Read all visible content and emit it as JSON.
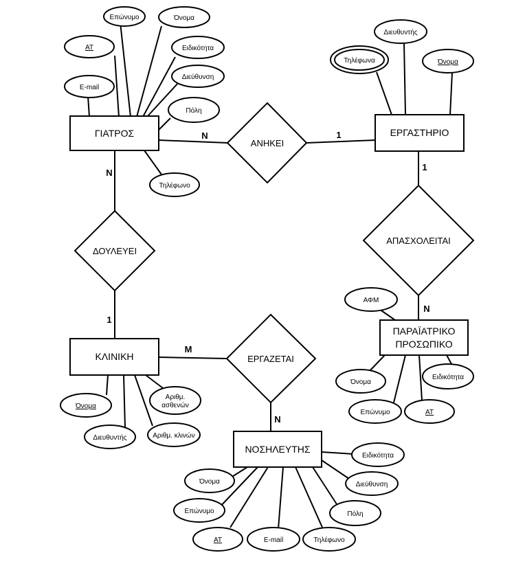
{
  "entities": {
    "doctor": "ΓΙΑΤΡΟΣ",
    "lab": "ΕΡΓΑΣΤΗΡΙΟ",
    "clinic": "ΚΛΙΝΙΚΗ",
    "paramedical_line1": "ΠΑΡΑΪΑΤΡΙΚΟ",
    "paramedical_line2": "ΠΡΟΣΩΠΙΚΟ",
    "nurse": "ΝΟΣΗΛΕΥΤΗΣ"
  },
  "relationships": {
    "belongs": "ΑΝΗΚΕΙ",
    "works": "ΔΟΥΛΕΥΕΙ",
    "employs": "ΑΠΑΣΧΟΛΕΙΤΑΙ",
    "is_employed": "ΕΡΓΑΖΕΤΑΙ"
  },
  "cardinalities": {
    "doctor_belongs": "N",
    "lab_belongs": "1",
    "doctor_works": "N",
    "clinic_works": "1",
    "lab_employs": "1",
    "paramedical_employs": "N",
    "clinic_is_employed": "M",
    "nurse_is_employed": "N"
  },
  "doctor_attrs": {
    "surname": "Επώνυμο",
    "name": "Όνομα",
    "id": "ΑΤ",
    "specialty": "Ειδικότητα",
    "address": "Διεύθυνση",
    "email": "E-mail",
    "city": "Πόλη",
    "phone": "Τηλέφωνο"
  },
  "lab_attrs": {
    "director": "Διευθυντής",
    "phones": "Τηλέφωνα",
    "name": "Όνομα"
  },
  "paramedical_attrs": {
    "afm": "ΑΦΜ",
    "name": "Όνομα",
    "specialty": "Ειδικότητα",
    "surname": "Επώνυμο",
    "id": "ΑΤ"
  },
  "clinic_attrs": {
    "name": "Όνομα",
    "patients_line1": "Αριθμ.",
    "patients_line2": "ασθενών",
    "director": "Διευθυντής",
    "beds": "Αριθμ. κλινών"
  },
  "nurse_attrs": {
    "specialty": "Ειδικότητα",
    "name": "Όνομα",
    "address": "Διεύθυνση",
    "surname": "Επώνυμο",
    "city": "Πόλη",
    "id": "ΑΤ",
    "email": "E-mail",
    "phone": "Τηλέφωνο"
  }
}
